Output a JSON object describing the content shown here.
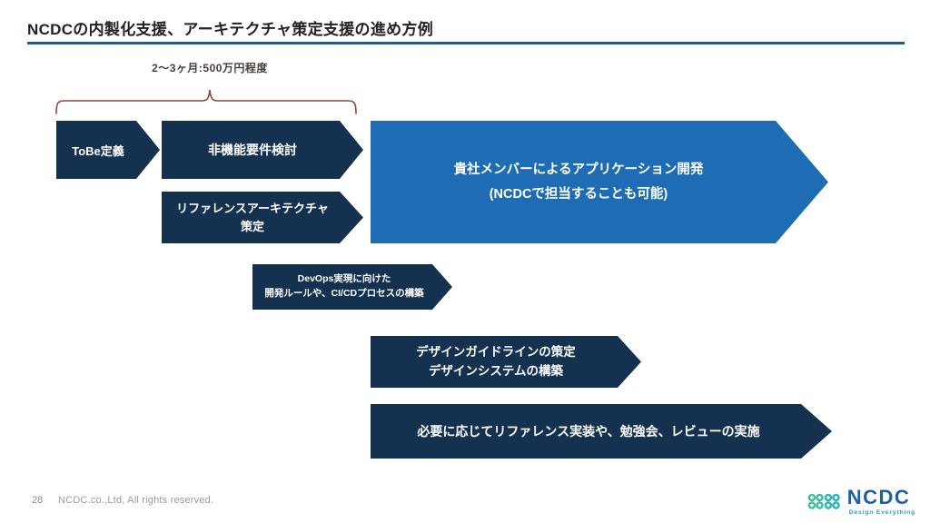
{
  "slide": {
    "title": "NCDCの内製化支援、アーキテクチャ策定支援の進め方例",
    "annotation": {
      "label": "2〜3ヶ月:500万円程度"
    },
    "arrows": [
      {
        "name": "tobe-definition",
        "lines": [
          "ToBe定義"
        ]
      },
      {
        "name": "non-functional-requirements",
        "lines": [
          "非機能要件検討"
        ]
      },
      {
        "name": "reference-architecture",
        "lines": [
          "リファレンスアーキテクチャ",
          "策定"
        ]
      },
      {
        "name": "application-development",
        "lines": [
          "貴社メンバーによるアプリケーション開発",
          "(NCDCで担当することも可能)"
        ]
      },
      {
        "name": "devops",
        "lines": [
          "DevOps実現に向けた",
          "開発ルールや、CI/CDプロセスの構築"
        ]
      },
      {
        "name": "design-system",
        "lines": [
          "デザインガイドラインの策定",
          "デザインシステムの構築"
        ]
      },
      {
        "name": "reference-implementation",
        "lines": [
          "必要に応じてリファレンス実装や、勉強会、レビューの実施"
        ]
      }
    ],
    "footer": {
      "page_number": "28",
      "copyright": "NCDC.co.,Ltd, All rights reserved.",
      "logo": {
        "text": "NCDC",
        "tagline": "Design Everything"
      }
    },
    "colors": {
      "navy": "#14314F",
      "blue": "#1E6CB3",
      "title_rule": "#1E5C8C",
      "bracket": "#8A4A38",
      "logo_blue": "#1F5FA8",
      "logo_teal": "#3FBCAB",
      "footer_gray": "#979797"
    }
  }
}
